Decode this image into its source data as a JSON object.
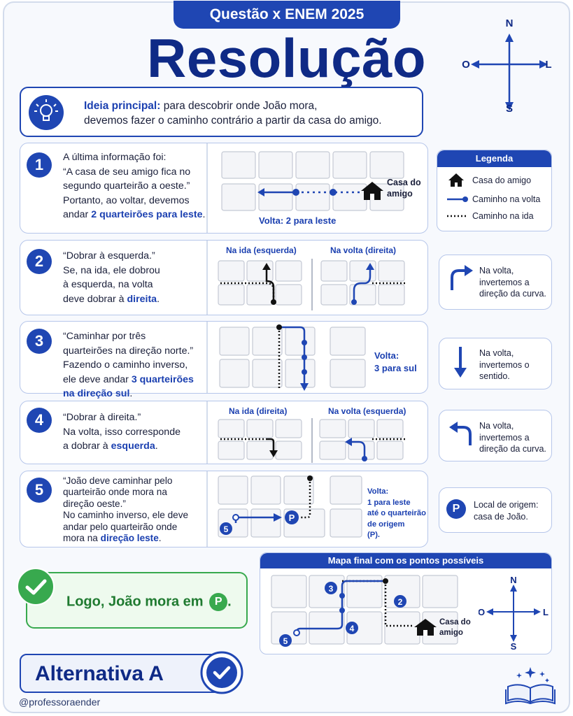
{
  "header": {
    "banner": "Questão x ENEM 2025",
    "title": "Resolução"
  },
  "compass": {
    "north": "N",
    "south": "S",
    "east": "L",
    "west": "O"
  },
  "idea": {
    "label": "Ideia principal:",
    "text1": " para descobrir onde João mora,",
    "text2": "devemos fazer o caminho contrário a partir da casa do amigo."
  },
  "steps": [
    {
      "number": "1",
      "lines": [
        "A última informação foi:",
        "“A casa de seu amigo fica no",
        "segundo quarteirão a oeste.”",
        "Portanto, ao voltar, devemos"
      ],
      "last_plain": "andar ",
      "last_highlight": "2 quarteirões para leste",
      "last_end": ".",
      "house_label1": "Casa do",
      "house_label2": "amigo",
      "caption": "Volta: 2 para leste"
    },
    {
      "number": "2",
      "lines": [
        "“Dobrar à esquerda.”",
        "Se, na ida, ele dobrou",
        "à esquerda, na volta"
      ],
      "last_plain": "deve dobrar à ",
      "last_highlight": "direita",
      "last_end": ".",
      "label_ida": "Na ida (esquerda)",
      "label_volta": "Na volta (direita)"
    },
    {
      "number": "3",
      "lines": [
        "“Caminhar por três",
        "quarteirões na direção norte.”",
        "Fazendo o caminho inverso,"
      ],
      "last_plain": "ele deve andar ",
      "last_highlight": "3 quarteirões",
      "last_line2": "na direção sul",
      "last_end": ".",
      "caption1": "Volta:",
      "caption2": "3 para sul"
    },
    {
      "number": "4",
      "lines": [
        "“Dobrar à direita.”",
        "Na volta, isso corresponde"
      ],
      "last_plain": "a dobrar à ",
      "last_highlight": "esquerda",
      "last_end": ".",
      "label_ida": "Na ida (direita)",
      "label_volta": "Na volta (esquerda)"
    },
    {
      "number": "5",
      "lines": [
        "“João deve caminhar pelo",
        "quarteirão onde mora na",
        "direção oeste.”",
        "No caminho inverso, ele deve",
        "andar pelo quarteirão onde"
      ],
      "last_plain": "mora na ",
      "last_highlight": "direção leste",
      "last_end": ".",
      "caption": [
        "Volta:",
        "1 para leste",
        "até o quarteirão",
        "de origem",
        "(P)."
      ],
      "start_label": "5",
      "origin_label": "P"
    }
  ],
  "legend": {
    "title": "Legenda",
    "items": [
      "Casa do amigo",
      "Caminho na volta",
      "Caminho na ida"
    ]
  },
  "side_notes": {
    "curve": [
      "Na volta,",
      "invertemos a",
      "direção da curva."
    ],
    "sense": [
      "Na volta,",
      "invertemos o",
      "sentido."
    ],
    "curve2": [
      "Na volta,",
      "invertemos a",
      "direção da curva."
    ],
    "origin": [
      "Local de origem:",
      "casa de João."
    ],
    "origin_badge": "P"
  },
  "final_map": {
    "title": "Mapa final com os pontos possíveis",
    "points": [
      "2",
      "3",
      "4",
      "5"
    ],
    "house_label1": "Casa do",
    "house_label2": "amigo"
  },
  "conclusion": {
    "text": "Logo, João mora em",
    "badge": "P",
    "end": "."
  },
  "answer": {
    "text": "Alternativa A"
  },
  "footer": {
    "handle": "@professoraender"
  },
  "colors": {
    "primary": "#1f46b3",
    "dark": "#0f2a86",
    "green": "#38a94e"
  }
}
